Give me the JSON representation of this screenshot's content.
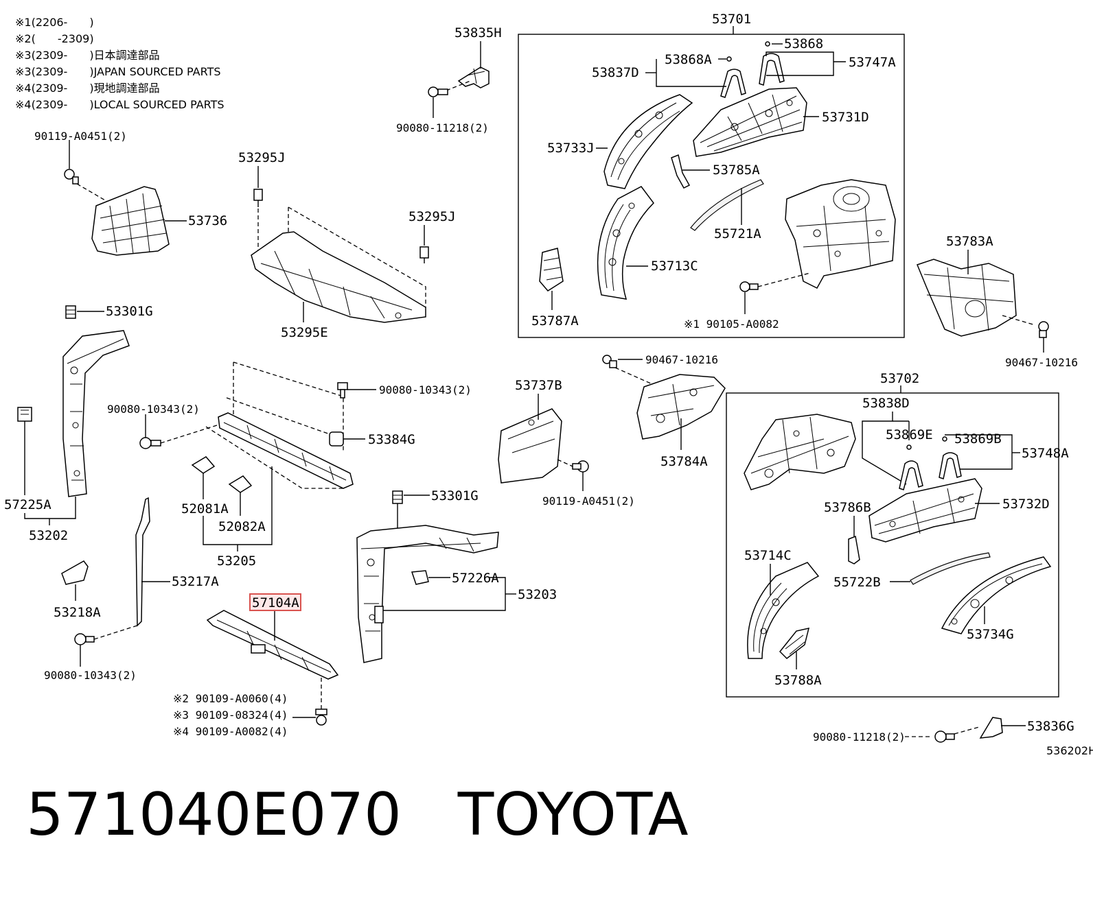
{
  "notes": [
    "※1(2206-　　)",
    "※2(　　-2309)",
    "※3(2309-　　)日本調達部品",
    "※3(2309-　　)JAPAN SOURCED PARTS",
    "※4(2309-　　)現地調達部品",
    "※4(2309-　　)LOCAL SOURCED PARTS"
  ],
  "labels": {
    "p53835H": "53835H",
    "p90080_11218_top": "90080-11218(2)",
    "p53701": "53701",
    "p53868": "53868",
    "p53868A": "53868A",
    "p53837D": "53837D",
    "p53747A": "53747A",
    "p53731D": "53731D",
    "p53733J": "53733J",
    "p53785A": "53785A",
    "p55721A": "55721A",
    "p53713C": "53713C",
    "p53787A": "53787A",
    "p90105": "※1 90105-A0082",
    "p90119_top": "90119-A0451(2)",
    "p53736": "53736",
    "p53295J_a": "53295J",
    "p53295J_b": "53295J",
    "p53295E": "53295E",
    "p53301G_a": "53301G",
    "p53783A": "53783A",
    "p90467_a": "90467-10216",
    "p90467_b": "90467-10216",
    "p53702": "53702",
    "p53737B": "53737B",
    "p90080_10343_a": "90080-10343(2)",
    "p90080_10343_b": "90080-10343(2)",
    "p53384G": "53384G",
    "p53784A": "53784A",
    "p53838D": "53838D",
    "p53869E": "53869E",
    "p53869B": "53869B",
    "p53748A": "53748A",
    "p57225A": "57225A",
    "p52081A": "52081A",
    "p52082A": "52082A",
    "p90119_mid": "90119-A0451(2)",
    "p53786B": "53786B",
    "p53732D": "53732D",
    "p53202": "53202",
    "p53205": "53205",
    "p53301G_b": "53301G",
    "p53714C": "53714C",
    "p55722B": "55722B",
    "p53217A": "53217A",
    "p57226A": "57226A",
    "p53203": "53203",
    "p53218A": "53218A",
    "p57104A": "57104A",
    "p53734G": "53734G",
    "p53788A": "53788A",
    "p90080_10343_c": "90080-10343(2)",
    "p90109_a": "※2 90109-A0060(4)",
    "p90109_b": "※3 90109-08324(4)",
    "p90109_c": "※4 90109-A0082(4)",
    "p90080_11218_bot": "90080-11218(2)",
    "p53836G": "53836G",
    "ref": "536202H"
  },
  "footer": {
    "part_number": "571040E070",
    "brand": "TOYOTA"
  },
  "highlight_color": "#d9534f"
}
